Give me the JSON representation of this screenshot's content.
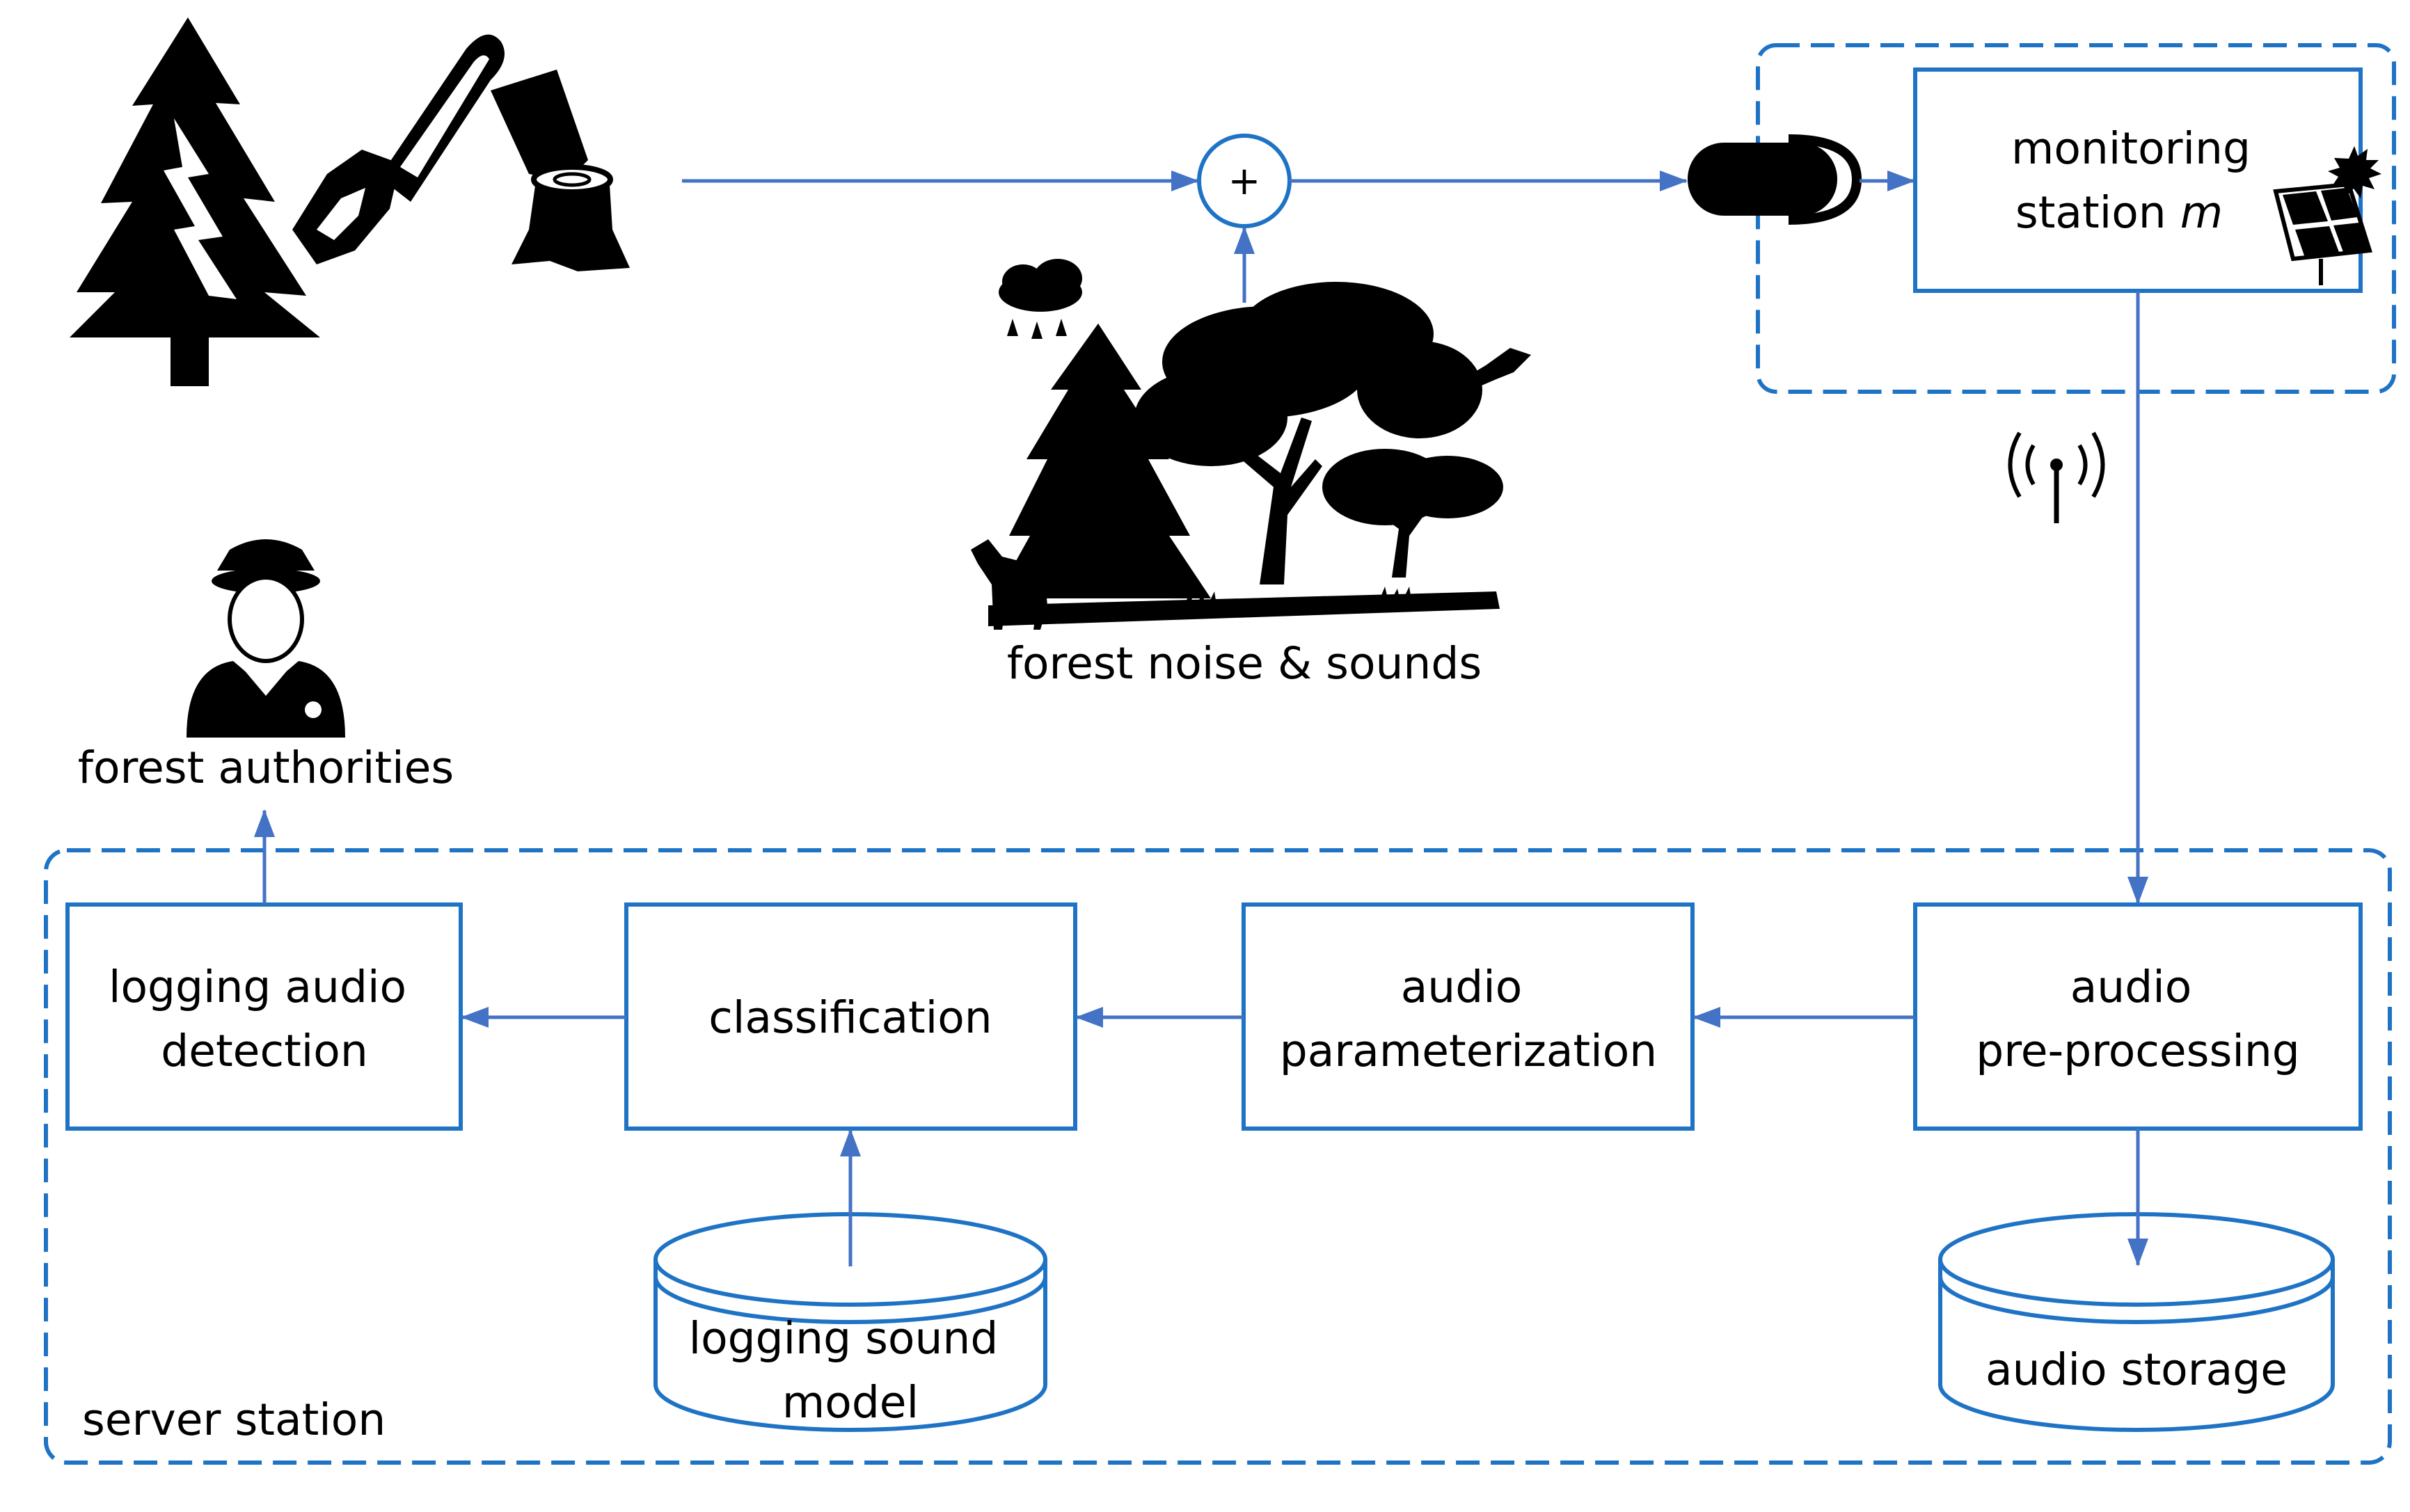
{
  "diagram": {
    "monitoring_station": {
      "line1": "monitoring",
      "line2_prefix": "station ",
      "line2_var": "m"
    },
    "mixer_symbol": "+",
    "forest_noise_label": "forest noise & sounds",
    "forest_authorities_label": "forest authorities",
    "server_station_label": "server station",
    "logging_audio_detection": {
      "line1": "logging audio",
      "line2": "detection"
    },
    "classification": {
      "line1": "classification"
    },
    "audio_parameterization": {
      "line1": "audio",
      "line2": "parameterization"
    },
    "audio_preprocessing": {
      "line1": "audio",
      "line2": "pre-processing"
    },
    "logging_sound_model": {
      "line1": "logging sound",
      "line2": "model"
    },
    "audio_storage": {
      "line1": "audio storage"
    },
    "icons": [
      "tree-chainsaw-stump-icon",
      "forest-scene-icon",
      "microphone-icon",
      "solar-panel-icon",
      "antenna-icon",
      "police-officer-icon"
    ],
    "colors": {
      "line": "#4472c4",
      "box_border": "#1f73c5",
      "silhouette": "#000000"
    }
  }
}
